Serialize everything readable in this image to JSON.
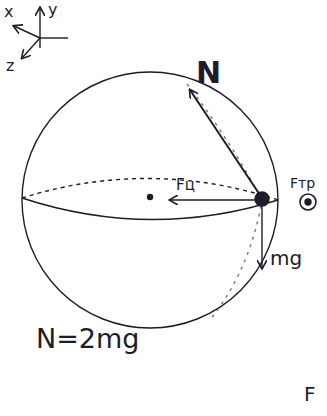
{
  "diagram": {
    "labels": [
      "x",
      "y",
      "z",
      "N",
      "Fц",
      "Fтр",
      "mg",
      "N=2mg",
      "F"
    ]
  }
}
